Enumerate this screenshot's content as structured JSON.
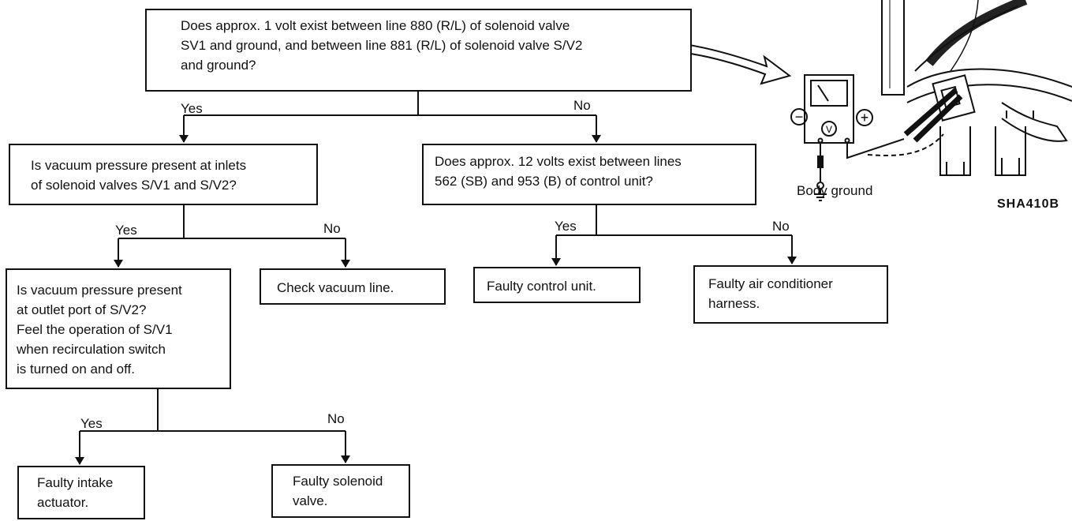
{
  "flowchart": {
    "q1": {
      "lines": [
        "Does approx. 1 volt exist between line 880 (R/L) of solenoid valve",
        "SV1 and ground, and between line 881 (R/L) of solenoid valve S/V2",
        "and ground?"
      ]
    },
    "q1_yes": "Yes",
    "q1_no": "No",
    "q2": {
      "lines": [
        "Is vacuum pressure present at inlets",
        "of solenoid valves S/V1 and S/V2?"
      ]
    },
    "q2_yes": "Yes",
    "q2_no": "No",
    "q3": {
      "lines": [
        "Does approx. 12 volts exist between lines",
        "562 (SB) and 953 (B) of control unit?"
      ]
    },
    "q3_yes": "Yes",
    "q3_no": "No",
    "q4": {
      "lines": [
        "Is vacuum pressure present",
        "at outlet port of S/V2?",
        "Feel the operation of S/V1",
        "when recirculation switch",
        "is turned on and off."
      ]
    },
    "q4_yes": "Yes",
    "q4_no": "No",
    "r_check_vacuum": {
      "lines": [
        "Check vacuum line."
      ]
    },
    "r_faulty_control": {
      "lines": [
        "Faulty control unit."
      ]
    },
    "r_faulty_harness": {
      "lines": [
        "Faulty air conditioner",
        "harness."
      ]
    },
    "r_faulty_actuator": {
      "lines": [
        "Faulty intake",
        "actuator."
      ]
    },
    "r_faulty_solenoid": {
      "lines": [
        "Faulty solenoid",
        "valve."
      ]
    }
  },
  "illustration": {
    "caption": "Body ground",
    "figure_code": "SHA410B",
    "meter_symbol": "V",
    "minus_symbol": "−",
    "plus_symbol": "+"
  }
}
